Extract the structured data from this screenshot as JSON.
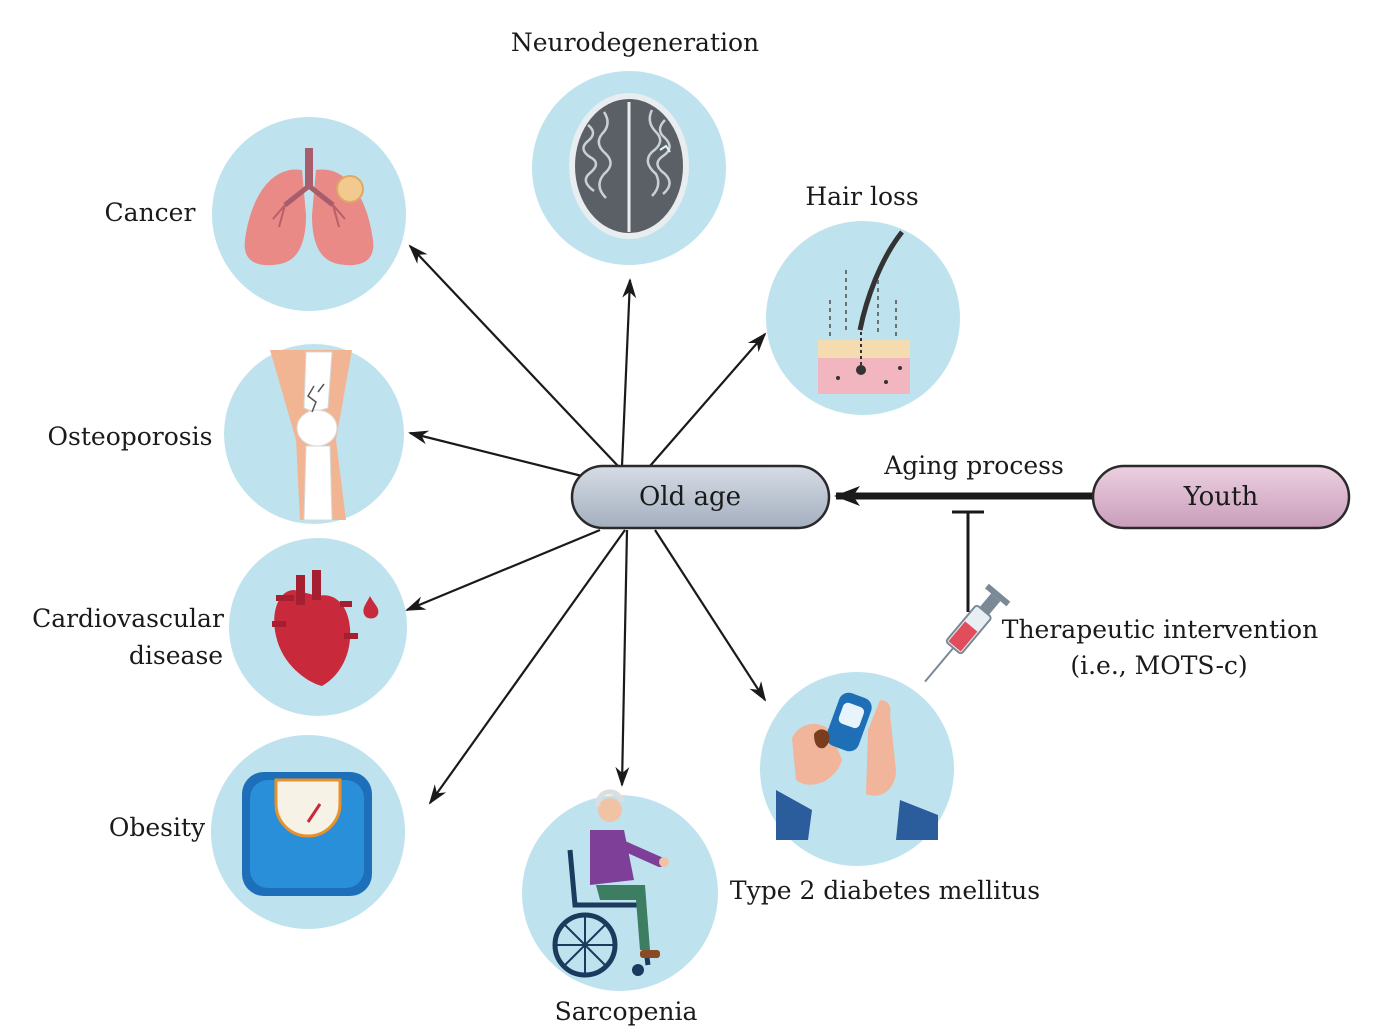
{
  "center": {
    "label": "Old age"
  },
  "source": {
    "label": "Youth"
  },
  "process": {
    "label": "Aging process"
  },
  "intervention": {
    "line1": "Therapeutic intervention",
    "line2": "(i.e., MOTS-c)"
  },
  "conditions": {
    "neurodegeneration": "Neurodegeneration",
    "cancer": "Cancer",
    "hair_loss": "Hair loss",
    "osteoporosis": "Osteoporosis",
    "cardiovascular_line1": "Cardiovascular",
    "cardiovascular_line2": "disease",
    "obesity": "Obesity",
    "sarcopenia": "Sarcopenia",
    "t2dm": "Type 2 diabetes mellitus"
  },
  "colors": {
    "circle": "#bfe3ee",
    "old_age_pill": "#b9c3d0",
    "youth_pill": "#dcb6cf",
    "arrow": "#1a1a1a"
  },
  "icons": {
    "neurodegeneration": "brain-icon",
    "cancer": "lungs-tumor-icon",
    "hair_loss": "hair-follicle-icon",
    "osteoporosis": "knee-bone-icon",
    "cardiovascular": "heart-icon",
    "obesity": "weight-scale-icon",
    "sarcopenia": "wheelchair-elder-icon",
    "t2dm": "glucose-meter-icon",
    "intervention": "syringe-icon"
  }
}
